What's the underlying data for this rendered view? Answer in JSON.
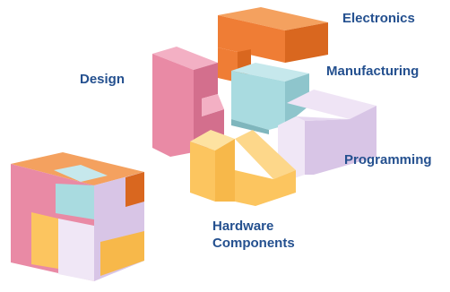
{
  "colors": {
    "label_text": "#24508f",
    "electronics": "#ef7d35",
    "design": "#e98aa5",
    "manufacturing": "#a9dbe0",
    "programming": "#dccbe6",
    "hardware": "#fcc55f",
    "background": "#ffffff"
  },
  "labels": {
    "electronics": "Electronics",
    "design": "Design",
    "manufacturing": "Manufacturing",
    "programming": "Programming",
    "hardware_line1": "Hardware",
    "hardware_line2": "Components"
  },
  "pieces": [
    {
      "id": "electronics",
      "label_key": "electronics",
      "color_key": "electronics"
    },
    {
      "id": "design",
      "label_key": "design",
      "color_key": "design"
    },
    {
      "id": "manufacturing",
      "label_key": "manufacturing",
      "color_key": "manufacturing"
    },
    {
      "id": "programming",
      "label_key": "programming",
      "color_key": "programming"
    },
    {
      "id": "hardware",
      "label_key": "hardware_line1",
      "color_key": "hardware"
    }
  ],
  "assembled_cube": {
    "pieces": [
      "electronics",
      "design",
      "manufacturing",
      "programming",
      "hardware"
    ]
  }
}
